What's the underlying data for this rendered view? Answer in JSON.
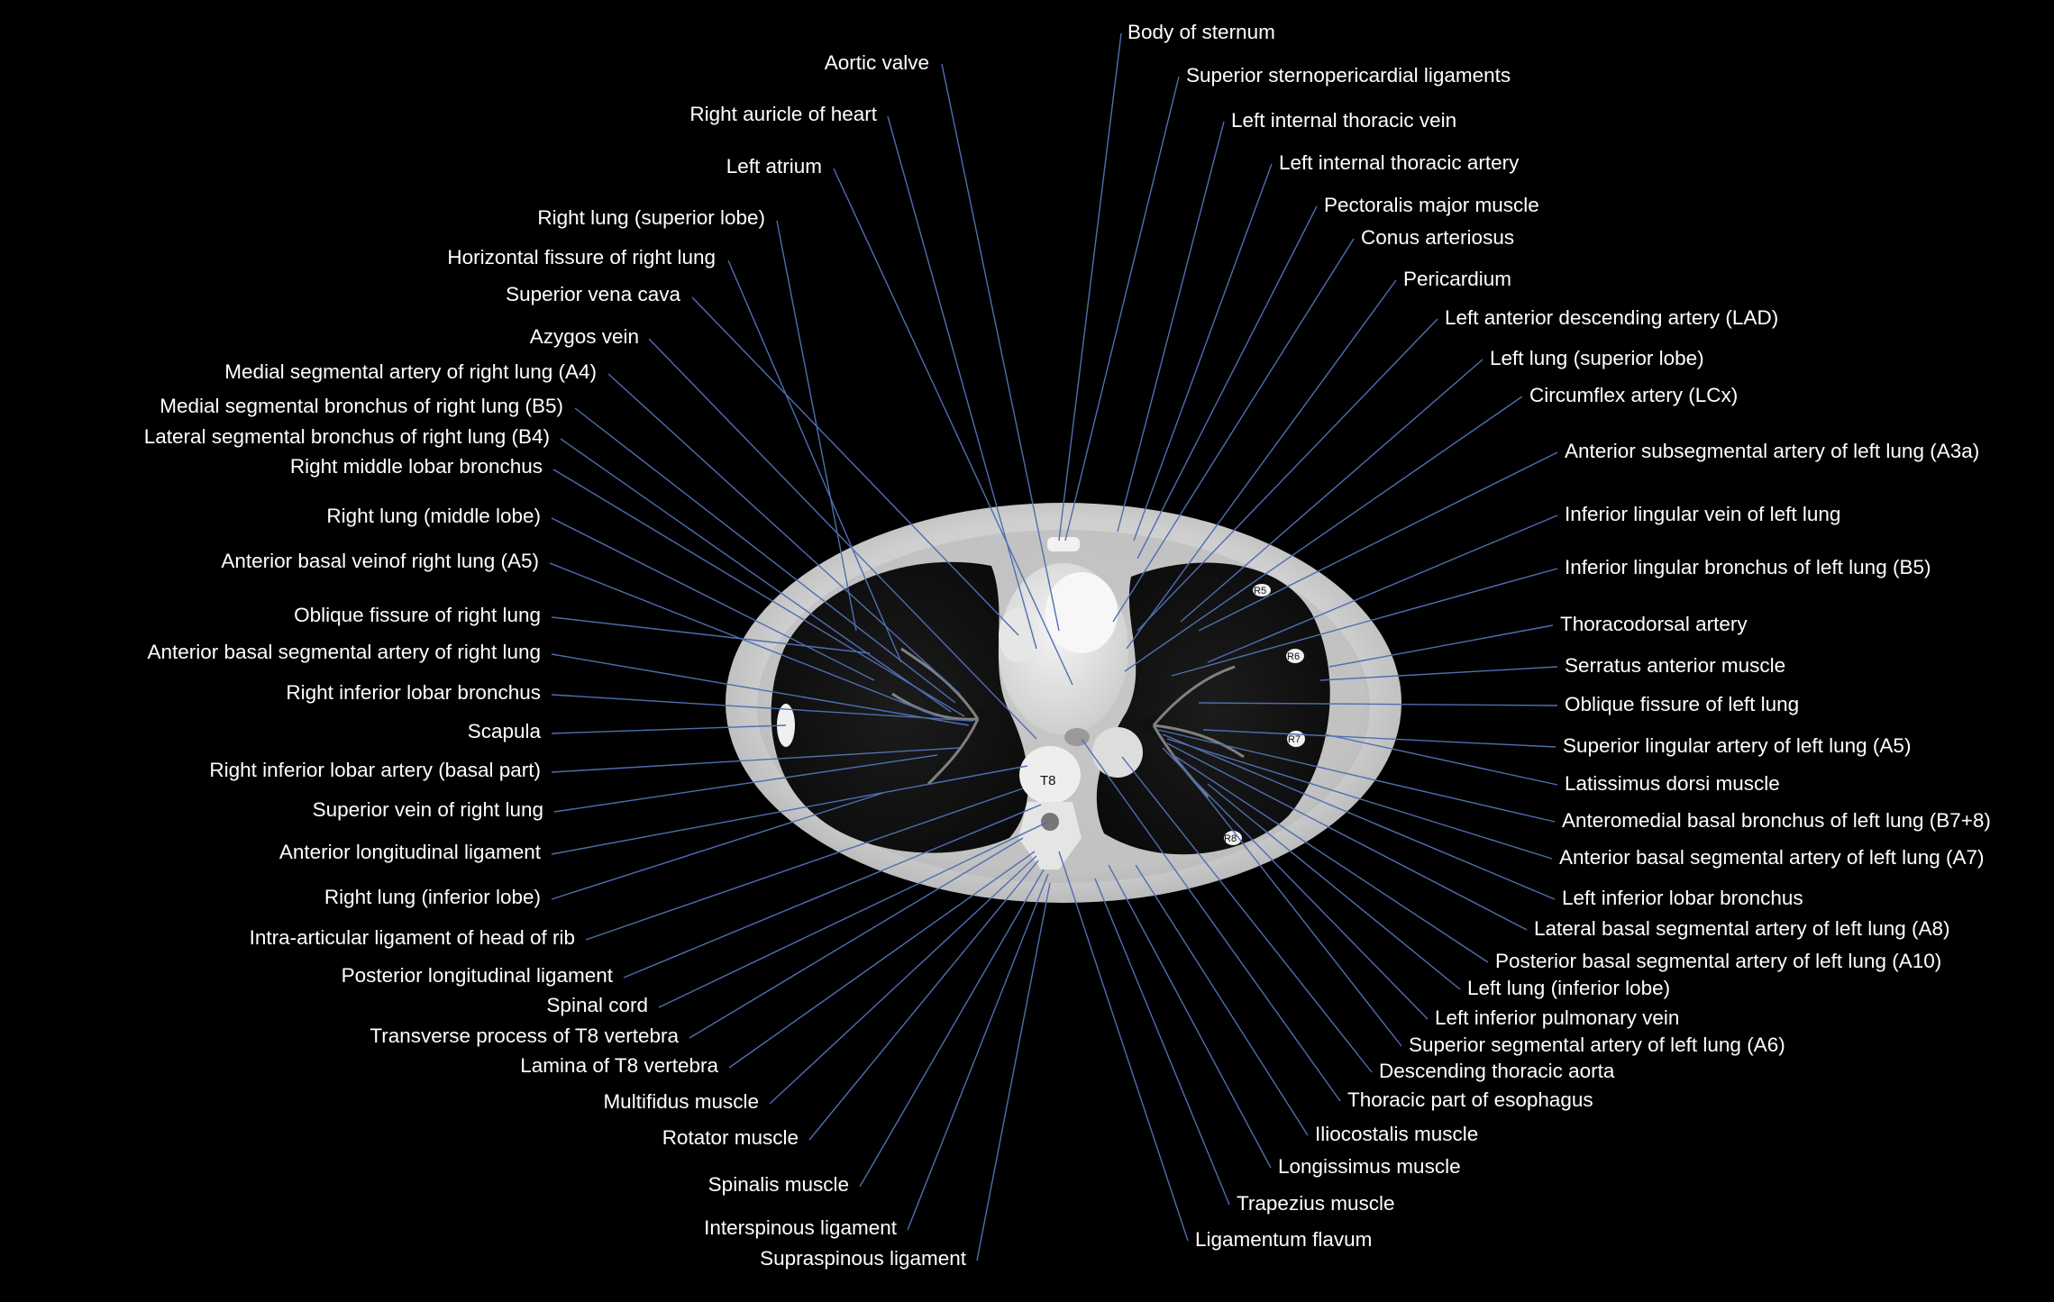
{
  "image_markers": {
    "t8": "T8",
    "r5": "R5",
    "r6": "R6",
    "r7": "R7",
    "r8": "R8"
  },
  "labels_left": [
    "Aortic valve",
    "Right auricle of heart",
    "Left atrium",
    "Right lung (superior lobe)",
    "Horizontal fissure of right lung",
    "Superior vena cava",
    "Azygos vein",
    "Medial segmental artery of right lung (A4)",
    "Medial segmental bronchus of right lung (B5)",
    "Lateral segmental bronchus of right lung (B4)",
    "Right middle lobar bronchus",
    "Right lung (middle lobe)",
    "Anterior basal veinof right lung (A5)",
    "Oblique fissure of right lung",
    "Anterior basal segmental artery of right lung",
    "Right inferior lobar bronchus",
    "Scapula",
    "Right inferior lobar artery (basal part)",
    "Superior vein of right lung",
    "Anterior longitudinal ligament",
    "Right lung (inferior lobe)",
    "Intra-articular ligament of head of rib",
    "Posterior longitudinal ligament",
    "Spinal cord",
    "Transverse process of T8 vertebra",
    "Lamina of T8 vertebra",
    "Multifidus muscle",
    "Rotator muscle",
    "Spinalis muscle",
    "Interspinous ligament",
    "Supraspinous ligament"
  ],
  "labels_right": [
    "Body of sternum",
    "Superior sternopericardial ligaments",
    "Left internal thoracic vein",
    "Left internal thoracic artery",
    "Pectoralis major muscle",
    "Conus arteriosus",
    "Pericardium",
    "Left anterior descending artery (LAD)",
    "Left lung (superior lobe)",
    "Circumflex artery (LCx)",
    "Anterior subsegmental artery of left lung (A3a)",
    "Inferior lingular vein of left lung",
    "Inferior lingular bronchus of left lung (B5)",
    "Thoracodorsal artery",
    "Serratus anterior muscle",
    "Oblique fissure of left lung",
    "Superior lingular artery of left lung (A5)",
    "Latissimus dorsi muscle",
    "Anteromedial basal bronchus of left lung (B7+8)",
    "Anterior basal segmental artery of left lung (A7)",
    "Left inferior lobar bronchus",
    "Lateral basal segmental artery of left lung (A8)",
    "Posterior basal segmental artery of left lung (A10)",
    "Left lung (inferior lobe)",
    "Left inferior pulmonary vein",
    "Superior segmental artery of left lung (A6)",
    "Descending thoracic aorta",
    "Thoracic part of esophagus",
    "Iliocostalis muscle",
    "Longissimus muscle",
    "Trapezius muscle",
    "Ligamentum flavum"
  ],
  "colors": {
    "background": "#000000",
    "label_text": "#ffffff",
    "leader_line": "#4f6fb0"
  }
}
